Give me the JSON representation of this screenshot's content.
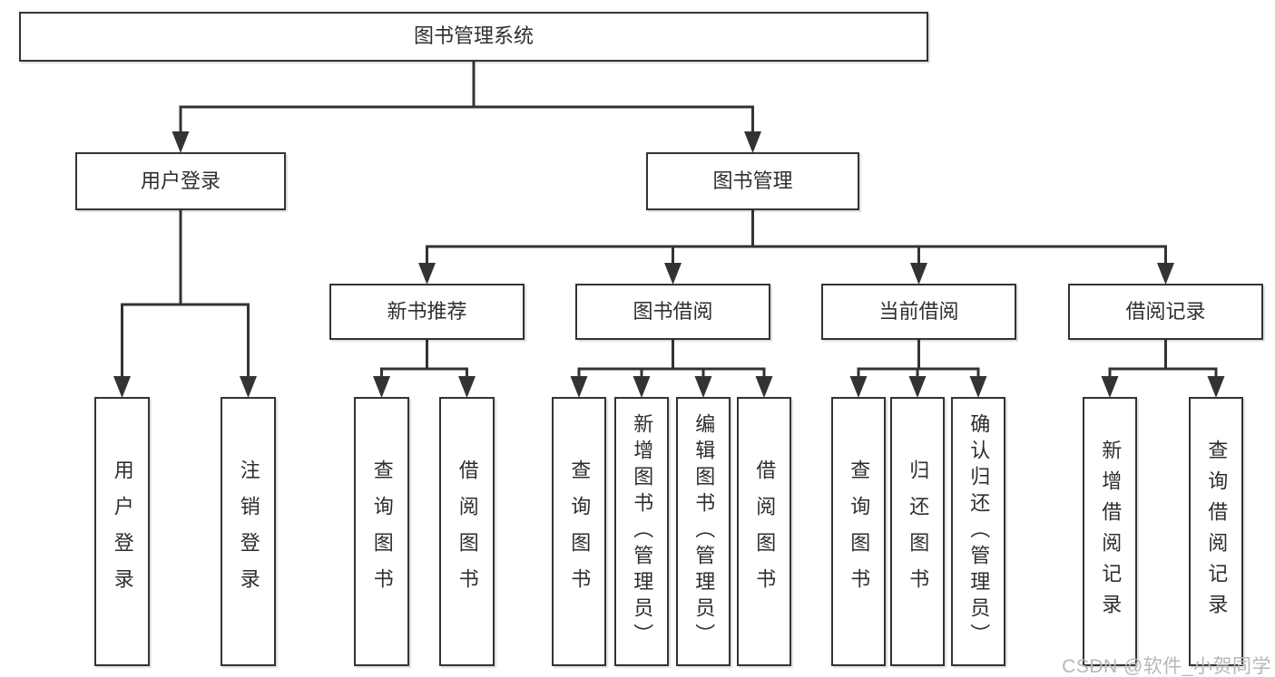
{
  "colors": {
    "line": "#333333",
    "box_fill": "#ffffff",
    "text": "#2e2e2e",
    "watermark": "#b7b7b7",
    "background": "#ffffff"
  },
  "watermark": {
    "text": "CSDN @软件_小贺同学"
  },
  "tree": {
    "id": "library-management-system",
    "label": "图书管理系统",
    "children": [
      {
        "id": "user-login",
        "label": "用户登录",
        "children": [
          {
            "id": "user-login-action",
            "label": "用户登录"
          },
          {
            "id": "logout-action",
            "label": "注销登录"
          }
        ]
      },
      {
        "id": "book-management",
        "label": "图书管理",
        "children": [
          {
            "id": "new-book-recommendation",
            "label": "新书推荐",
            "children": [
              {
                "id": "query-books-recommend",
                "label": "查询图书"
              },
              {
                "id": "borrow-books-recommend",
                "label": "借阅图书"
              }
            ]
          },
          {
            "id": "book-borrowing",
            "label": "图书借阅",
            "children": [
              {
                "id": "query-books-borrowing",
                "label": "查询图书"
              },
              {
                "id": "add-book-admin",
                "label": "新增图书（管理员）"
              },
              {
                "id": "edit-book-admin",
                "label": "编辑图书（管理员）"
              },
              {
                "id": "borrow-books-borrowing",
                "label": "借阅图书"
              }
            ]
          },
          {
            "id": "current-borrowing",
            "label": "当前借阅",
            "children": [
              {
                "id": "query-books-current",
                "label": "查询图书"
              },
              {
                "id": "return-books",
                "label": "归还图书"
              },
              {
                "id": "confirm-return-admin",
                "label": "确认归还（管理员）"
              }
            ]
          },
          {
            "id": "borrowing-records",
            "label": "借阅记录",
            "children": [
              {
                "id": "add-borrow-record",
                "label": "新增借阅记录"
              },
              {
                "id": "query-borrow-record",
                "label": "查询借阅记录"
              }
            ]
          }
        ]
      }
    ]
  }
}
